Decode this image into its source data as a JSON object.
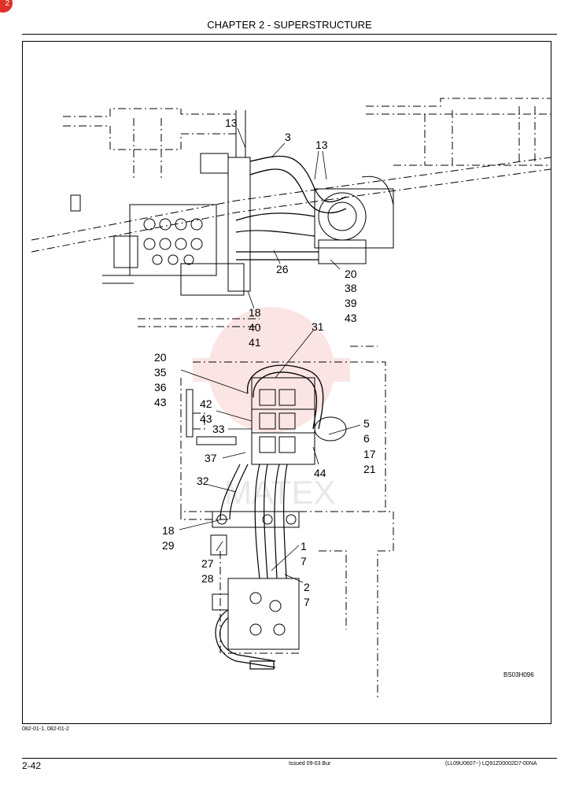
{
  "header": {
    "title": "CHAPTER 2 - SUPERSTRUCTURE",
    "badge": "2"
  },
  "figure": {
    "code": "BS03H096",
    "watermark": "MATEX",
    "callouts": {
      "c13a": "13",
      "c3": "3",
      "c13b": "13",
      "c26": "26",
      "c20a": "20",
      "c38": "38",
      "c39": "39",
      "c43a": "43",
      "c18a": "18",
      "c40": "40",
      "c41": "41",
      "c31": "31",
      "c20b": "20",
      "c35": "35",
      "c36": "36",
      "c43b": "43",
      "c42": "42",
      "c43c": "43",
      "c33": "33",
      "c37": "37",
      "c5": "5",
      "c6": "6",
      "c17": "17",
      "c21": "21",
      "c44": "44",
      "c32": "32",
      "c18b": "18",
      "c29": "29",
      "c1": "1",
      "c7a": "7",
      "c27": "27",
      "c28": "28",
      "c2": "2",
      "c7b": "7"
    }
  },
  "footer": {
    "refs": "082-01-1, 082-01-2",
    "page": "2-42",
    "issued": "Issued 09-03   Bur",
    "doc_code": "(LL09U0607~)   LQ91Z00002D7-00NA"
  }
}
